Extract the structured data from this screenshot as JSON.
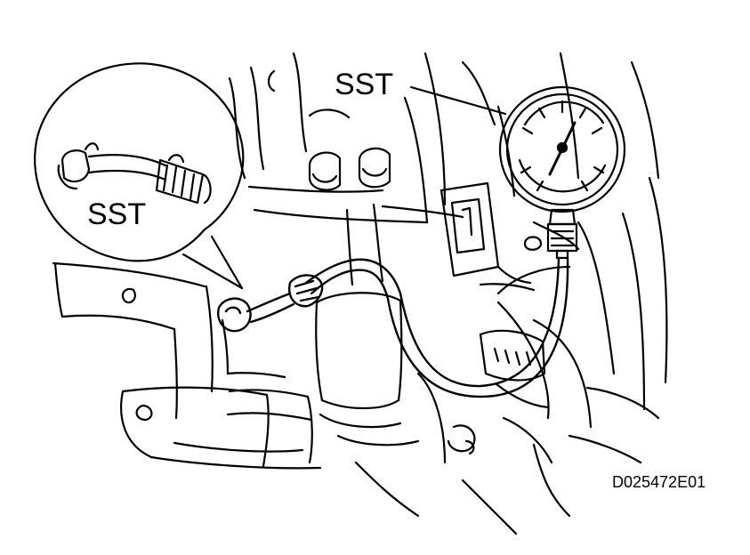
{
  "labels": {
    "sst_gauge": "SST",
    "sst_inset": "SST",
    "figure_code": "D025472E01"
  },
  "colors": {
    "line": "#000000",
    "background": "#ffffff"
  }
}
